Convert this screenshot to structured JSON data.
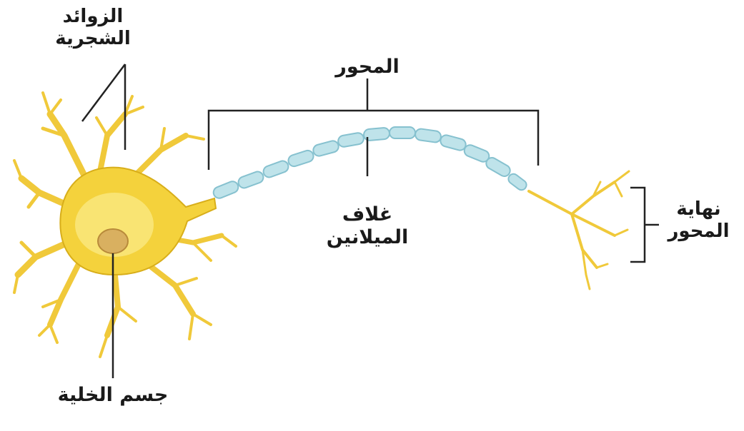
{
  "labels": {
    "dendrites_line1": "الزوائد",
    "dendrites_line2": "الشجرية",
    "axon": "المحور",
    "myelin_line1": "غلاف",
    "myelin_line2": "الميلانين",
    "axon_terminal_line1": "نهاية",
    "axon_terminal_line2": "المحور",
    "cell_body": "جسم الخلية"
  },
  "colors": {
    "cell": "#f4d23c",
    "cell_highlight": "#fbeb8a",
    "cell_edge": "#d8ae1a",
    "nucleus": "#d9b060",
    "myelin": "#bfe3ea",
    "myelin_edge": "#86c1cf",
    "leader_line": "#222222"
  }
}
